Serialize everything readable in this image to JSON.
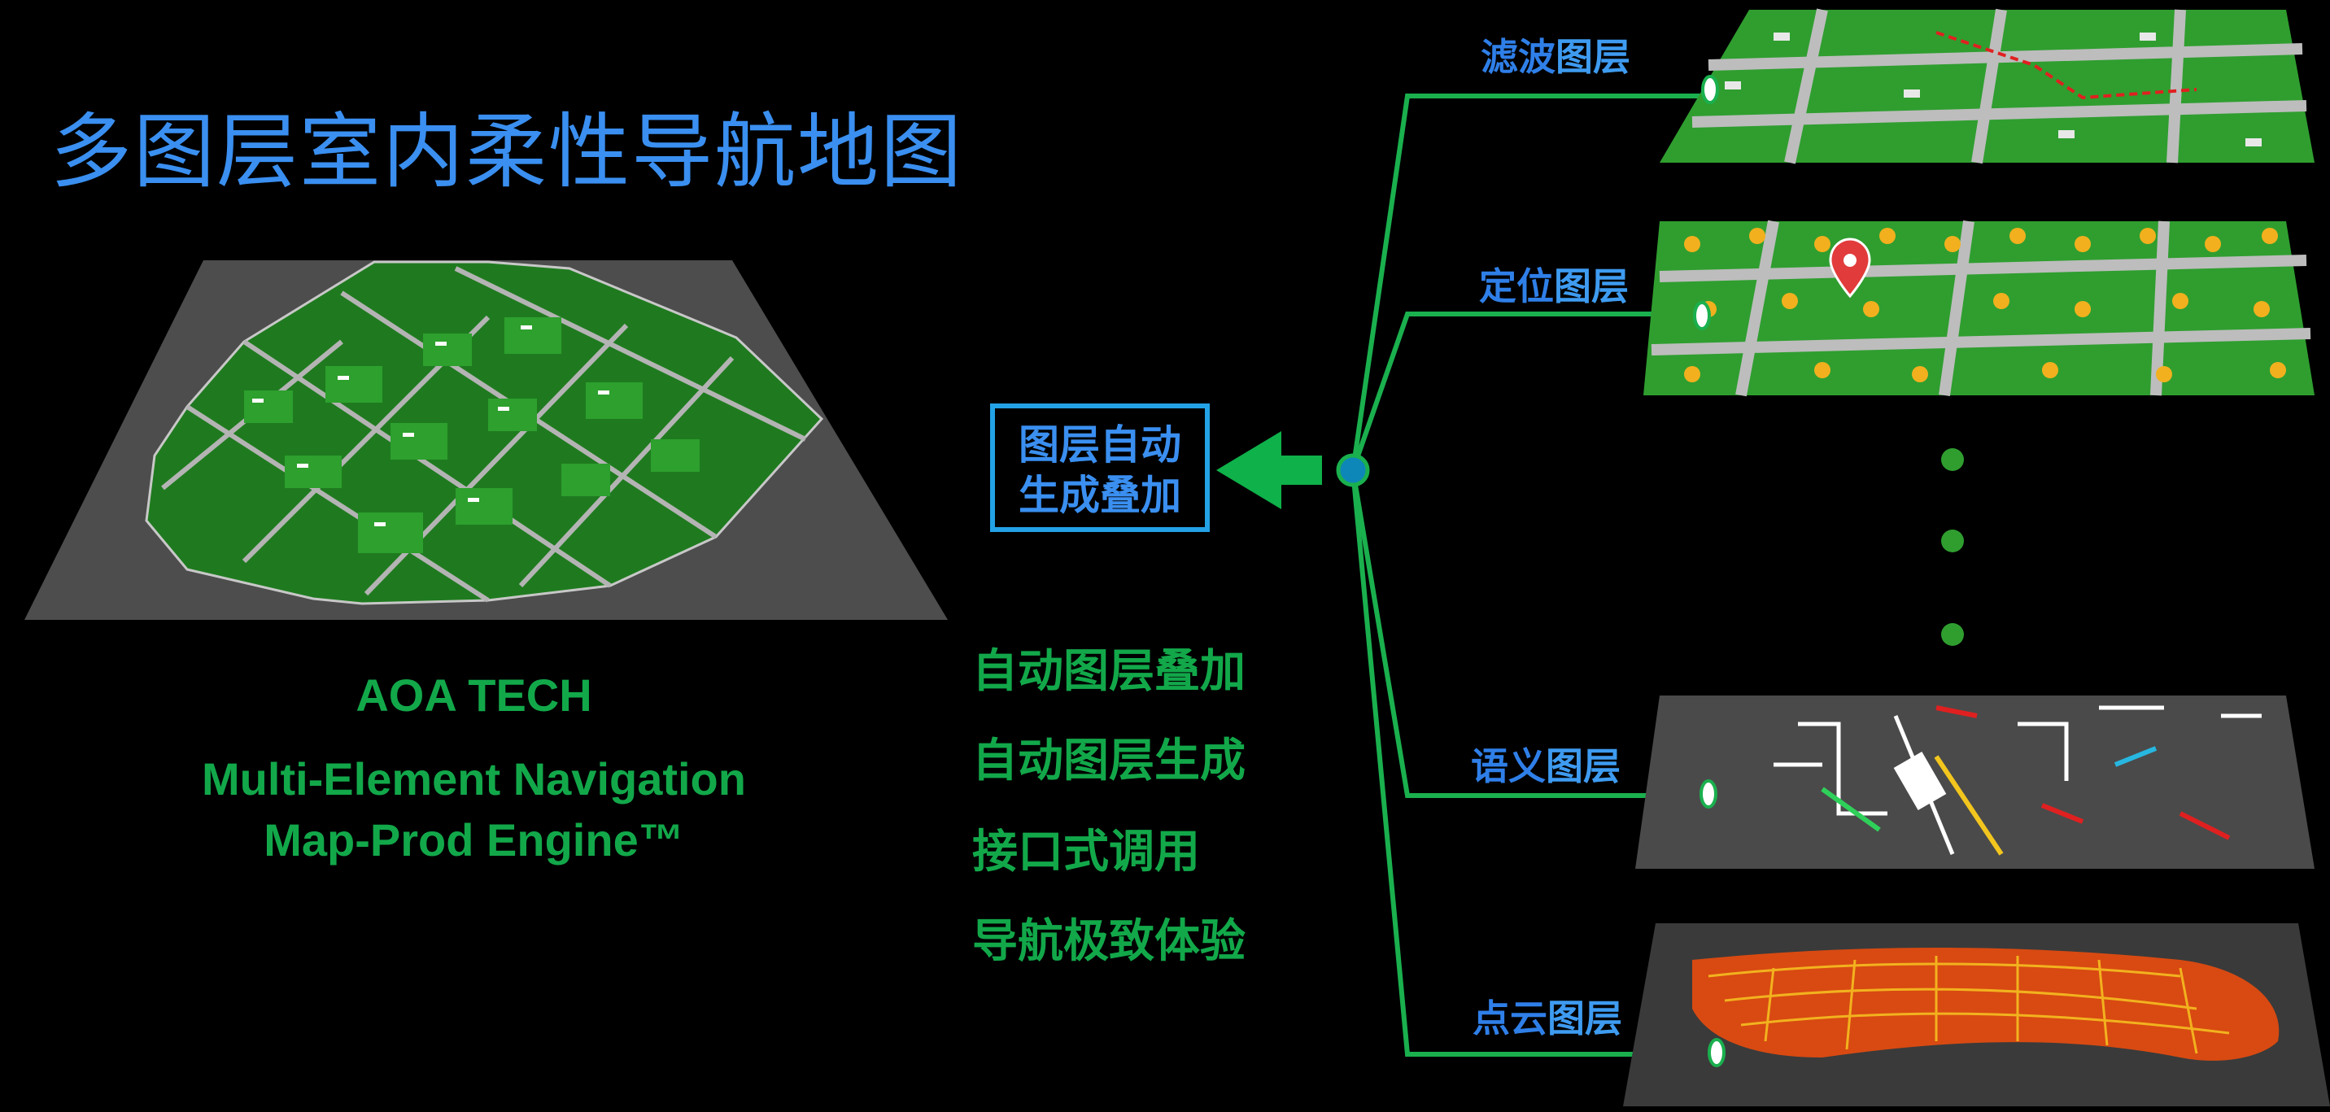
{
  "title": "多图层室内柔性导航地图",
  "brand": "AOA TECH",
  "engine_line1": "Multi-Element Navigation",
  "engine_line2": "Map-Prod Engine™",
  "center_box": {
    "line1": "图层自动",
    "line2": "生成叠加"
  },
  "features": [
    "自动图层叠加",
    "自动图层生成",
    "接口式调用",
    "导航极致体验"
  ],
  "layers": [
    {
      "prefix": "滤波",
      "suffix": "图层"
    },
    {
      "prefix": "定位",
      "suffix": "图层"
    },
    {
      "prefix": "语义",
      "suffix": "图层"
    },
    {
      "prefix": "点云",
      "suffix": "图层"
    }
  ],
  "colors": {
    "accent_blue": "#3a8ff0",
    "accent_green": "#12a84a",
    "box_border": "#23a2e6",
    "connector": "#1ab04e"
  }
}
